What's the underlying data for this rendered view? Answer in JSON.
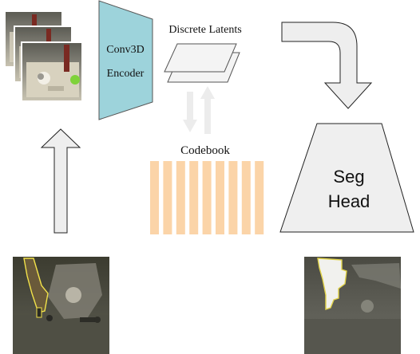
{
  "encoder": {
    "label_line1": "Conv3D",
    "label_line2": "Encoder",
    "fill_color": "#9dd3db"
  },
  "latents": {
    "label": "Discrete Latents"
  },
  "codebook": {
    "label": "Codebook",
    "bar_color": "#fbd4a8",
    "bar_count": 9
  },
  "seg_head": {
    "label_line1": "Seg",
    "label_line2": "Head",
    "fill_color": "#efefef"
  },
  "arrows": {
    "fill_color": "#eeeeee",
    "stroke_color": "#222222"
  }
}
